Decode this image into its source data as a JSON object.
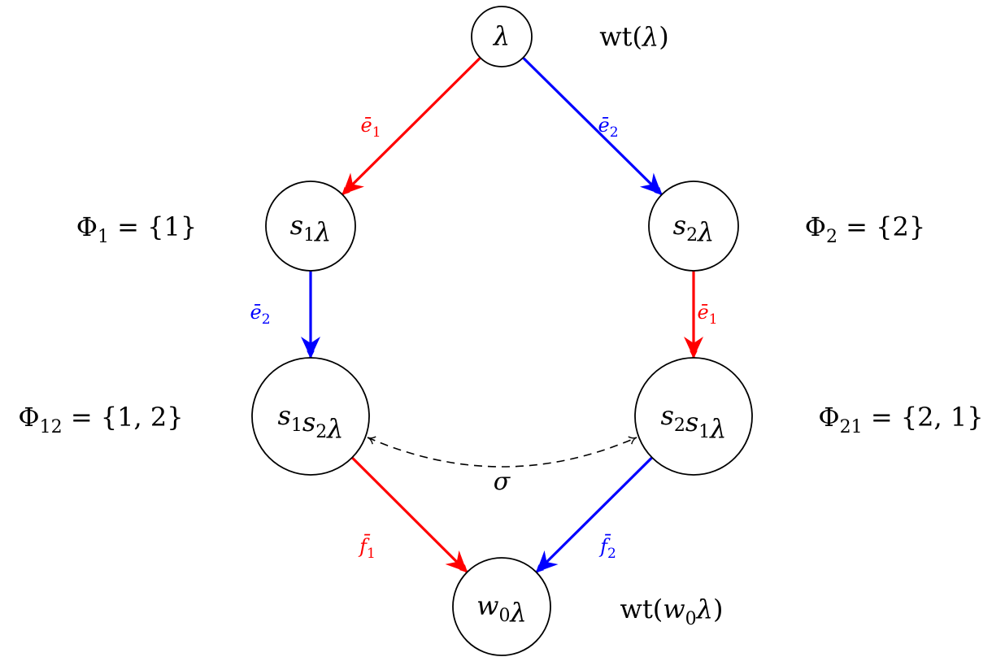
{
  "colors": {
    "red": "#ff0000",
    "blue": "#0000ff",
    "black": "#000000"
  },
  "nodes": [
    {
      "id": "lambda",
      "label": "λ",
      "parts": [
        {
          "t": "λ"
        }
      ]
    },
    {
      "id": "s1lambda",
      "label": "s1λ",
      "parts": [
        {
          "t": "s"
        },
        {
          "sub": "1"
        },
        {
          "t": "λ"
        }
      ]
    },
    {
      "id": "s2lambda",
      "label": "s2λ",
      "parts": [
        {
          "t": "s"
        },
        {
          "sub": "2"
        },
        {
          "t": "λ"
        }
      ]
    },
    {
      "id": "s1s2lambda",
      "label": "s1s2λ",
      "parts": [
        {
          "t": "s"
        },
        {
          "sub": "1"
        },
        {
          "t": "s"
        },
        {
          "sub": "2"
        },
        {
          "t": "λ"
        }
      ]
    },
    {
      "id": "s2s1lambda",
      "label": "s2s1λ",
      "parts": [
        {
          "t": "s"
        },
        {
          "sub": "2"
        },
        {
          "t": "s"
        },
        {
          "sub": "1"
        },
        {
          "t": "λ"
        }
      ]
    },
    {
      "id": "w0lambda",
      "label": "w0λ",
      "parts": [
        {
          "t": "w"
        },
        {
          "sub": "0"
        },
        {
          "t": "λ"
        }
      ]
    }
  ],
  "edges": [
    {
      "from": "lambda",
      "to": "s1lambda",
      "color": "red",
      "label": "ē",
      "sub": "1"
    },
    {
      "from": "lambda",
      "to": "s2lambda",
      "color": "blue",
      "label": "ē",
      "sub": "2"
    },
    {
      "from": "s1lambda",
      "to": "s1s2lambda",
      "color": "blue",
      "label": "ē",
      "sub": "2"
    },
    {
      "from": "s2lambda",
      "to": "s2s1lambda",
      "color": "red",
      "label": "ē",
      "sub": "1"
    },
    {
      "from": "s1s2lambda",
      "to": "w0lambda",
      "color": "red",
      "label": "f̄",
      "sub": "1"
    },
    {
      "from": "s2s1lambda",
      "to": "w0lambda",
      "color": "blue",
      "label": "f̄",
      "sub": "2"
    }
  ],
  "sigma_edge": {
    "from": "s1s2lambda",
    "to": "s2s1lambda",
    "label": "σ",
    "style": "dashed",
    "bidirectional": true
  },
  "side_labels": {
    "wt_top": {
      "pre": "wt(",
      "math": "λ",
      "post": ")"
    },
    "phi1": {
      "phi": "Φ",
      "sub": "1",
      "rest": " = {1}"
    },
    "phi2": {
      "phi": "Φ",
      "sub": "2",
      "rest": " = {2}"
    },
    "phi12": {
      "phi": "Φ",
      "sub": "12",
      "rest": " = {1, 2}"
    },
    "phi21": {
      "phi": "Φ",
      "sub": "21",
      "rest": " = {2, 1}"
    },
    "wt_bottom": {
      "pre": "wt(",
      "math": "w",
      "sub": "0",
      "math2": "λ",
      "post": ")"
    }
  }
}
